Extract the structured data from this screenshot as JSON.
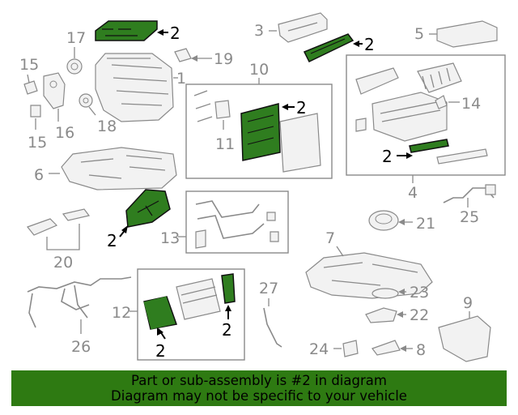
{
  "callouts": {
    "c1": "1",
    "c2": "2",
    "c3": "3",
    "c4": "4",
    "c5": "5",
    "c6": "6",
    "c7": "7",
    "c8": "8",
    "c9": "9",
    "c10": "10",
    "c11": "11",
    "c12": "12",
    "c13": "13",
    "c14": "14",
    "c15": "15",
    "c16": "16",
    "c17": "17",
    "c18": "18",
    "c19": "19",
    "c20": "20",
    "c21": "21",
    "c22": "22",
    "c23": "23",
    "c24": "24",
    "c25": "25",
    "c26": "26",
    "c27": "27"
  },
  "highlight": {
    "part_number": "2",
    "color": "#2f7d1f"
  },
  "banner": {
    "line1": "Part or sub-assembly is #2 in diagram",
    "line2": "Diagram may not be specific to your vehicle",
    "background": "#2e7a12"
  }
}
